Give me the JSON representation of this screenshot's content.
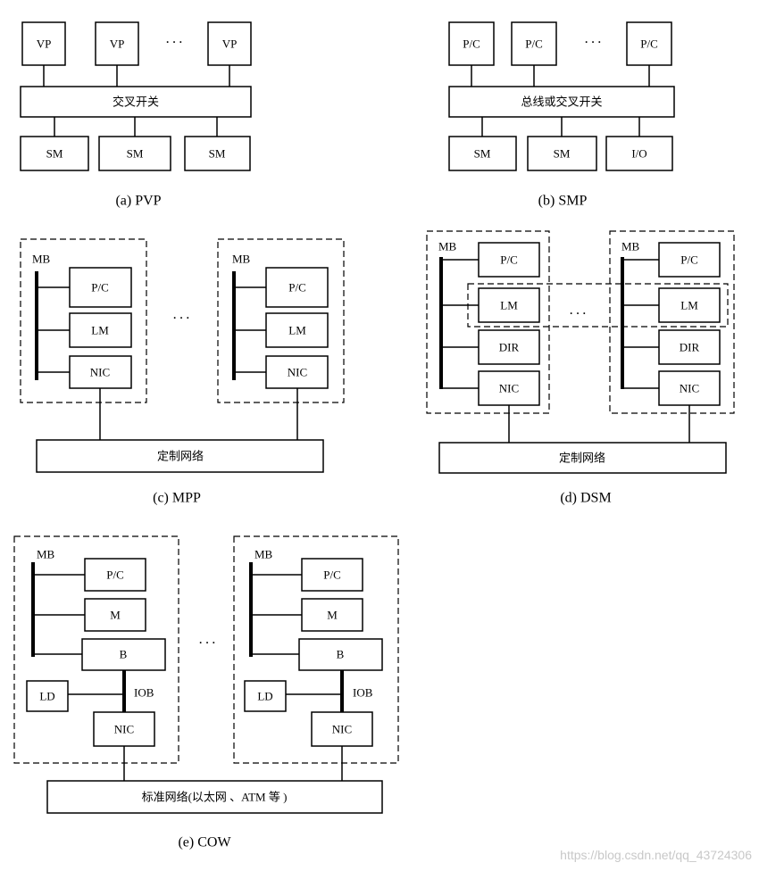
{
  "pvp": {
    "vp": "VP",
    "ellipsis": "···",
    "crossbar": "交叉开关",
    "sm": "SM",
    "caption": "(a) PVP"
  },
  "smp": {
    "pc": "P/C",
    "ellipsis": "···",
    "bus": "总线或交叉开关",
    "sm": "SM",
    "io": "I/O",
    "caption": "(b) SMP"
  },
  "mpp": {
    "mb": "MB",
    "pc": "P/C",
    "lm": "LM",
    "nic": "NIC",
    "ellipsis": "···",
    "network": "定制网络",
    "caption": "(c) MPP"
  },
  "dsm": {
    "mb": "MB",
    "pc": "P/C",
    "lm": "LM",
    "dir": "DIR",
    "nic": "NIC",
    "ellipsis": "···",
    "network": "定制网络",
    "caption": "(d) DSM"
  },
  "cow": {
    "mb": "MB",
    "pc": "P/C",
    "m": "M",
    "b": "B",
    "ld": "LD",
    "iob": "IOB",
    "nic": "NIC",
    "ellipsis": "···",
    "network": "标准网络(以太网 、ATM 等 )",
    "caption": "(e) COW"
  },
  "watermark": "https://blog.csdn.net/qq_43724306"
}
